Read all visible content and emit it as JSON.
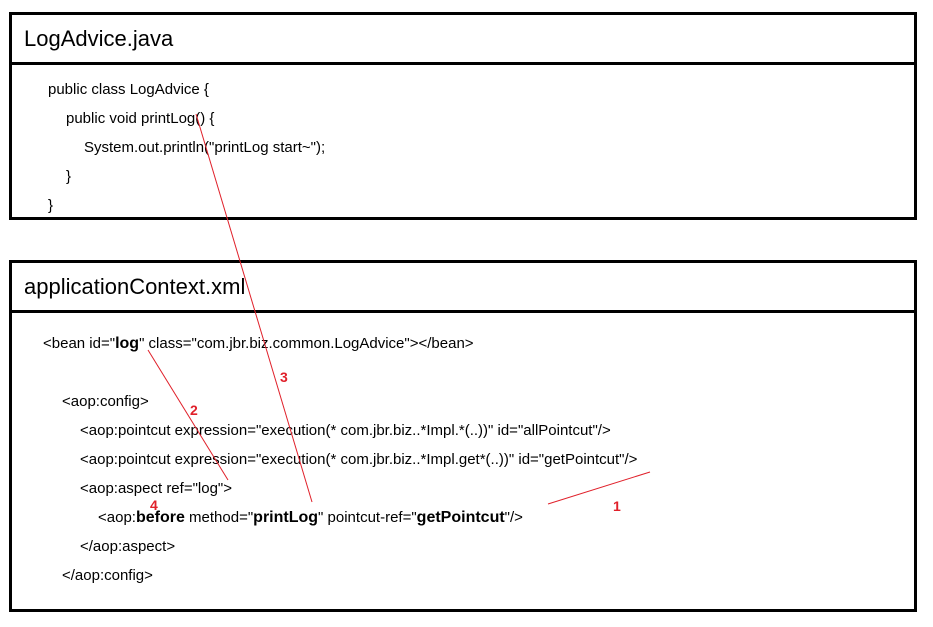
{
  "java_box": {
    "title": "LogAdvice.java",
    "lines": [
      "public class LogAdvice {",
      "public void printLog() {",
      "System.out.println(\"printLog start~\");",
      "}",
      "}"
    ]
  },
  "xml_box": {
    "title": "applicationContext.xml",
    "bean_line": {
      "prefix": "<bean id=\"",
      "id": "log",
      "suffix": "\" class=\"com.jbr.biz.common.LogAdvice\"></bean>"
    },
    "config_open": "<aop:config>",
    "pointcut1": "<aop:pointcut expression=\"execution(* com.jbr.biz..*Impl.*(..))\" id=\"allPointcut\"/>",
    "pointcut2": "<aop:pointcut expression=\"execution(* com.jbr.biz..*Impl.get*(..))\" id=\"getPointcut\"/>",
    "aspect_open": "<aop:aspect ref=\"log\">",
    "before_line": {
      "p1": "<aop:",
      "kw": "before",
      "p2": " method=\"",
      "method": "printLog",
      "p3": "\" pointcut-ref=\"",
      "ref": "getPointcut",
      "p4": "\"/>"
    },
    "aspect_close": "</aop:aspect>",
    "config_close": "</aop:config>"
  },
  "annotations": {
    "color": "#e0202a",
    "labels": [
      "1",
      "2",
      "3",
      "4"
    ]
  }
}
